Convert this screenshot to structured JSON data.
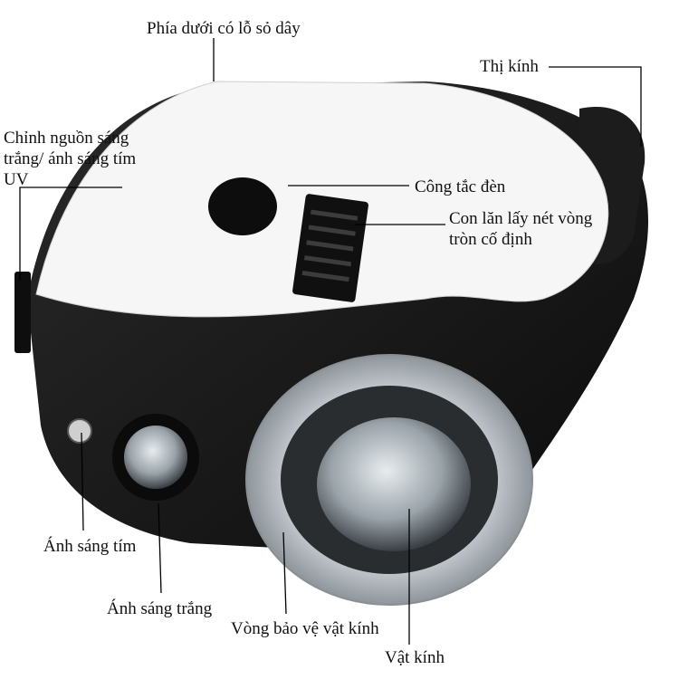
{
  "labels": {
    "bottom_hole": "Phía dưới có lỗ sỏ dây",
    "eyepiece": "Thị kính",
    "light_source_1": "Chỉnh nguồn sáng",
    "light_source_2": "trắng/ ánh sáng tím",
    "light_source_3": "UV",
    "light_switch": "Công tắc đèn",
    "focus_wheel_1": "Con lăn lấy nét vòng",
    "focus_wheel_2": "tròn cố định",
    "uv_light": "Ánh sáng tím",
    "white_light": "Ánh sáng trắng",
    "lens_guard": "Vòng bảo vệ vật kính",
    "objective": "Vật kính"
  },
  "colors": {
    "body_black": "#151515",
    "panel_white": "#f6f6f6",
    "lens_ring": "#d9dde0",
    "leader_line": "#000000"
  }
}
